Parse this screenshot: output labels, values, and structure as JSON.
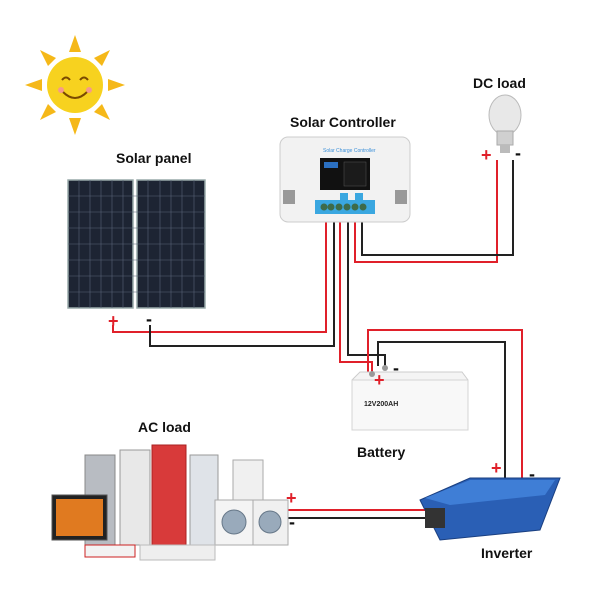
{
  "labels": {
    "solar_panel": "Solar panel",
    "solar_controller": "Solar Controller",
    "dc_load": "DC load",
    "battery": "Battery",
    "ac_load": "AC load",
    "inverter": "Inverter"
  },
  "controller": {
    "title": "Solar Charge Controller"
  },
  "battery_device": {
    "model": "12V200AH"
  },
  "polarity": {
    "plus": "+",
    "minus": "-"
  },
  "colors": {
    "positive_wire": "#e0202a",
    "negative_wire": "#222222",
    "sun": "#f5c518",
    "inverter": "#2a5fb5",
    "controller_accent": "#3aa7e0"
  }
}
